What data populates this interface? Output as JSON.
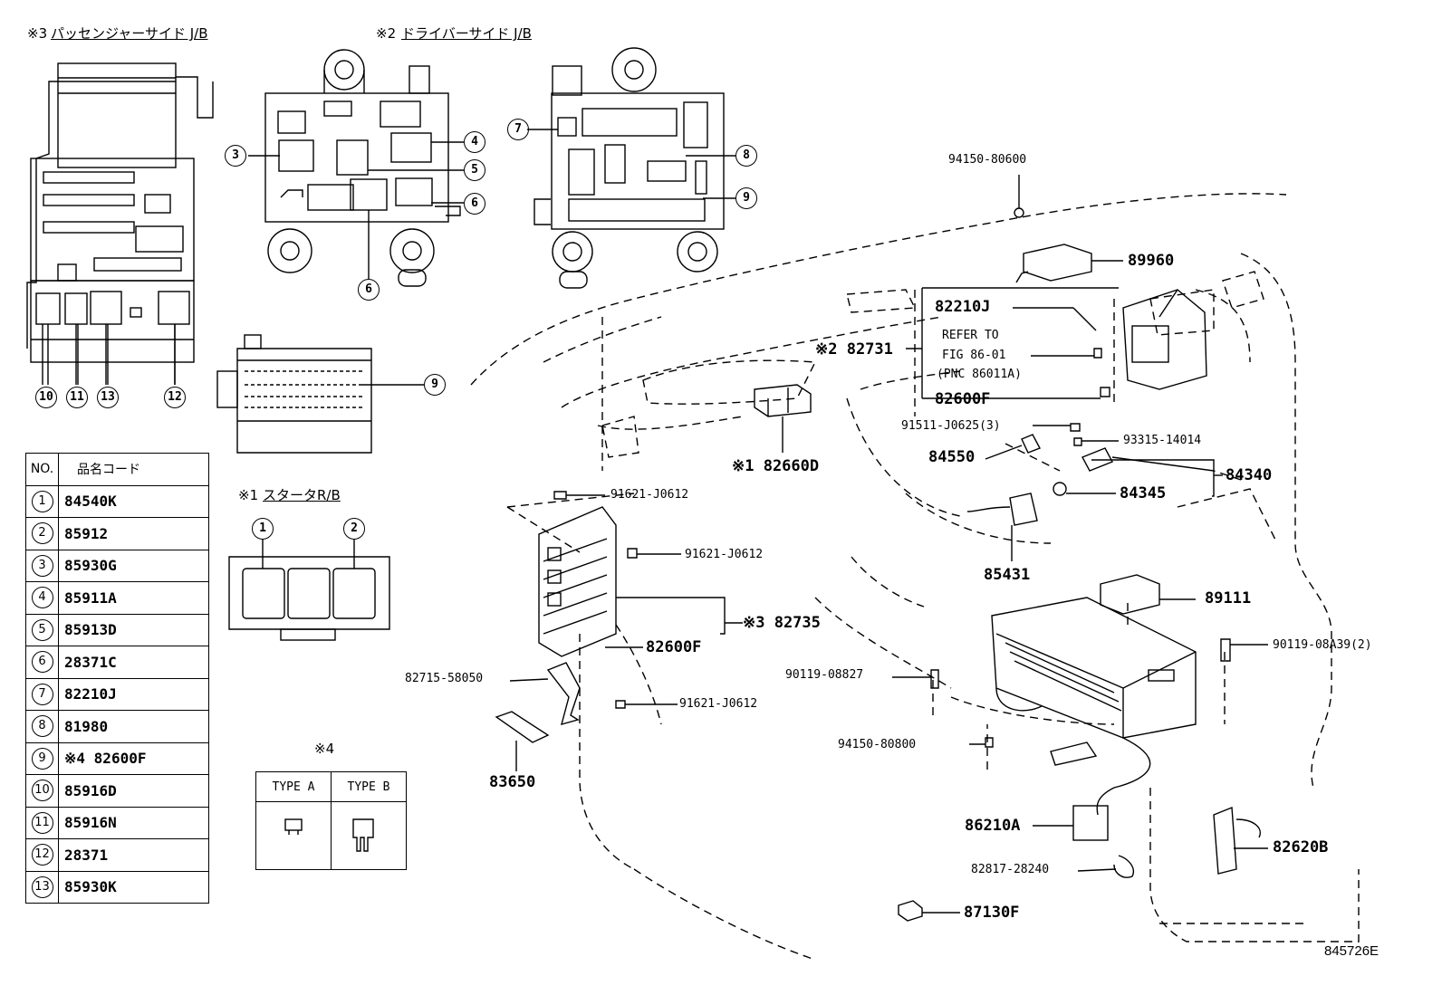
{
  "titles": {
    "passenger_jb": "パッセンジャーサイド J/B",
    "passenger_mark": "※3",
    "driver_jb": "ドライバーサイド J/B",
    "driver_mark": "※2",
    "starter_rb": "スタータR/B",
    "starter_mark": "※1",
    "type_mark": "※4"
  },
  "callouts": {
    "c1": "1",
    "c2": "2",
    "c3": "3",
    "c4": "4",
    "c5": "5",
    "c6": "6",
    "c7": "7",
    "c8": "8",
    "c9": "9",
    "c10": "10",
    "c11": "11",
    "c12": "12",
    "c13": "13"
  },
  "parts_table": {
    "header_no": "NO.",
    "header_code": "品名コード",
    "rows": [
      {
        "no": "1",
        "code": "84540K"
      },
      {
        "no": "2",
        "code": "85912"
      },
      {
        "no": "3",
        "code": "85930G"
      },
      {
        "no": "4",
        "code": "85911A"
      },
      {
        "no": "5",
        "code": "85913D"
      },
      {
        "no": "6",
        "code": "28371C"
      },
      {
        "no": "7",
        "code": "82210J"
      },
      {
        "no": "8",
        "code": "81980"
      },
      {
        "no": "9",
        "code": "※4  82600F"
      },
      {
        "no": "10",
        "code": "85916D"
      },
      {
        "no": "11",
        "code": "85916N"
      },
      {
        "no": "12",
        "code": "28371"
      },
      {
        "no": "13",
        "code": "85930K"
      }
    ]
  },
  "type_table": {
    "type_a": "TYPE A",
    "type_b": "TYPE B"
  },
  "labels": {
    "p94150_80600": "94150-80600",
    "p89960": "89960",
    "p82210J": "82210J",
    "refer_line1": "REFER TO",
    "refer_line2": "FIG 86-01",
    "refer_line3": "(PNC 86011A)",
    "p82731": "※2 82731",
    "p82600F_top": "82600F",
    "p91511": "91511-J0625(3)",
    "p93315": "93315-14014",
    "p84550": "84550",
    "p84340": "84340",
    "p84345": "84345",
    "p82660D": "※1 82660D",
    "p91621_a": "91621-J0612",
    "p91621_b": "91621-J0612",
    "p91621_c": "91621-J0612",
    "p85431": "85431",
    "p89111": "89111",
    "p82735": "※3 82735",
    "p82600F_mid": "82600F",
    "p82715": "82715-58050",
    "p90119_a": "90119-08827",
    "p90119_b": "90119-08A39(2)",
    "p83650": "83650",
    "p94150_80800": "94150-80800",
    "p86210A": "86210A",
    "p82620B": "82620B",
    "p82817": "82817-28240",
    "p87130F": "87130F"
  },
  "figure_id": "845726E"
}
